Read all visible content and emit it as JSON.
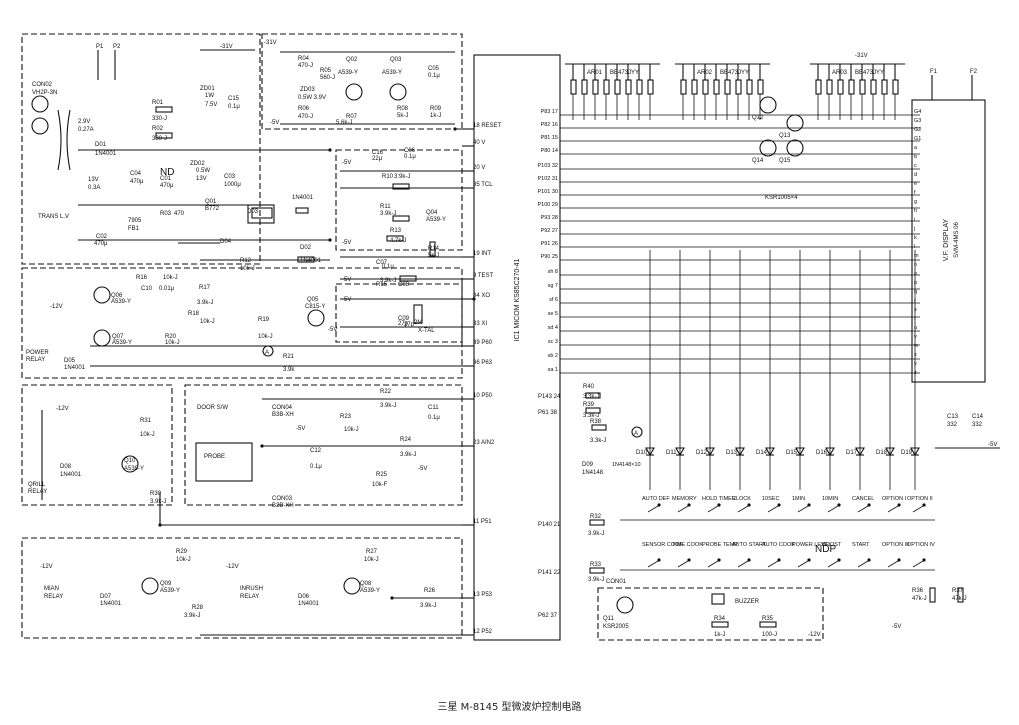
{
  "caption": "三星 M-8145 型微波炉控制电路",
  "supply": {
    "neg31": "-31V",
    "neg5": "-5V",
    "neg12": "-12V",
    "p1": "P1",
    "p2": "P2"
  },
  "power": {
    "con": "CON02",
    "con2": "VH2P-3N",
    "trans": "TRANS L.V",
    "v1": "2.9V",
    "a1": "0.27A",
    "v2": "13V",
    "a2": "0.3A",
    "parts": [
      "R01",
      "330-J",
      "R02",
      "330-J",
      "ZD01",
      "1W",
      "7.5V",
      "C15",
      "0.1μ",
      "D01",
      "1N4001",
      "ZD02",
      "0.5W",
      "13V",
      "C03",
      "1000μ",
      "C04",
      "470μ",
      "C01",
      "470μ",
      "R03",
      "470",
      "Q01",
      "B772",
      "D03",
      "1N4001",
      "7905",
      "FB1",
      "C02",
      "470μ",
      "D02",
      "1N4001",
      "R12",
      "10k-J",
      "D04",
      "1N4001",
      "-12V"
    ]
  },
  "reset": {
    "parts": [
      "R04",
      "470-J",
      "R05",
      "560-J",
      "ZD03",
      "0.5W 3.9V",
      "R06",
      "470-J",
      "Q02",
      "A539-Y",
      "Q03",
      "A539-Y",
      "R07",
      "5.6k-J",
      "R08",
      "5k-J",
      "R09",
      "1k-J",
      "C05",
      "0.1μ"
    ]
  },
  "osc": {
    "parts": [
      "C16",
      "22μ",
      "C06",
      "0.1μ",
      "R10",
      "3.9k-J",
      "R11",
      "3.9k-J",
      "Q04",
      "A539-Y",
      "R13",
      "4.7k-J",
      "R14",
      "5k-J",
      "C07",
      "0.1μ",
      "R15",
      "3.9k-J",
      "C08",
      "27p",
      "C09",
      "27p",
      "2M",
      "X-TAL"
    ]
  },
  "relay": {
    "parts": [
      "R16",
      "10k-J",
      "C10",
      "0.01μ",
      "R17",
      "3.9k-J",
      "Q06",
      "A539-Y",
      "Q05",
      "C815-Y",
      "R18",
      "10k-J",
      "R19",
      "10k-J",
      "Q07",
      "A539-Y",
      "R20",
      "10k-J",
      "R21",
      "3.9k",
      "D05",
      "1N4001",
      "POWER",
      "RELAY",
      "-12V"
    ]
  },
  "door": {
    "parts": [
      "DOOR S/W",
      "CON04",
      "B3B-XH",
      "R22",
      "3.9k-J",
      "R23",
      "10k-J",
      "C11",
      "0.1μ",
      "R24",
      "3.9k-J",
      "PROBE",
      "C12",
      "0.1μ",
      "R25",
      "10k-F",
      "CON03",
      "B2B-XH"
    ]
  },
  "grill": {
    "parts": [
      "-12V",
      "R31",
      "10k-J",
      "Q10",
      "A539-Y",
      "D08",
      "1N4001",
      "QRILL",
      "RELAY",
      "R30",
      "3.9k-J"
    ]
  },
  "main": {
    "parts": [
      "-12V",
      "R29",
      "10k-J",
      "Q09",
      "A539-Y",
      "D07",
      "1N4001",
      "MIAN",
      "RELAY",
      "R28",
      "3.9k-J",
      "R27",
      "10k-J",
      "Q08",
      "A539-Y",
      "D06",
      "1N4001",
      "INRUSH",
      "RELAY",
      "R26",
      "3.9k-J"
    ]
  },
  "ic": {
    "label": "IC1  MICOM  KS85C270-41",
    "right": [
      "18 RESET",
      "40 V",
      "20 V",
      "35 TCL",
      "19 INT",
      "9 TEST",
      "34 XO",
      "33 XI",
      "39 P60",
      "36 P63",
      "10 P50",
      "23 AIN2",
      "11 P51",
      "13 P53",
      "12 P52"
    ],
    "left": [
      "P83 17",
      "P82 16",
      "P81 15",
      "P80 14",
      "P103 32",
      "P102 31",
      "P101 30",
      "P100 29",
      "P93 28",
      "P92 27",
      "P91 26",
      "P90 25",
      "sh 8",
      "sg 7",
      "sf 6",
      "se 5",
      "sd 4",
      "sc 3",
      "sb 2",
      "sa 1"
    ],
    "misc": [
      "P143 24",
      "P61 38",
      "P140 21",
      "P141 22",
      "P62 37",
      "R40",
      "3.3k-J",
      "R39",
      "3.3k-J",
      "R38",
      "3.3k-J",
      "R32",
      "3.9k-J",
      "R33",
      "3.9k-J",
      "CON01",
      "D09",
      "1N4148",
      "1N4148×10"
    ]
  },
  "arrays": [
    "AR01",
    "BE473JYY",
    "AR02",
    "BE473JYY",
    "AR03",
    "BE473JYY",
    "Q12",
    "Q13",
    "Q14",
    "Q15",
    "KSR1005×4"
  ],
  "vfd": {
    "label": "V.F. DISPLAY",
    "model": "SVM-4MS 06",
    "grids": [
      "G4",
      "G3",
      "G2",
      "G1",
      "a",
      "b",
      "c",
      "d",
      "e",
      "f",
      "g",
      "h",
      "i",
      "j",
      "k",
      "l",
      "m",
      "n",
      "o",
      "p",
      "q",
      "r",
      "s",
      "t",
      "u",
      "v",
      "w",
      "x",
      "y",
      "z"
    ],
    "p1": "F1",
    "p2": "F2"
  },
  "diodes": [
    "D10",
    "D11",
    "D12",
    "D13",
    "D14",
    "D15",
    "D16",
    "D17",
    "D18",
    "D19"
  ],
  "keys_top": [
    "AUTO DEF",
    "MEMORY",
    "HOLD TIMER",
    "CLOCK",
    "10SEC",
    "1MIN",
    "10MIN",
    "CANCEL",
    "OPTION I",
    "OPTION II"
  ],
  "keys_bot": [
    "SENSOR COOK",
    "TIME COOK",
    "PROBE TEMP",
    "AUTO START",
    "AUTO COOK",
    "POWER LEVEL",
    "BOOST",
    "START",
    "OPTION III",
    "OPTION IV"
  ],
  "misc": [
    "C13",
    "332",
    "C14",
    "332",
    "R36",
    "47k-J",
    "R37",
    "47k-J",
    "Q11",
    "KSR2005",
    "BUZZER",
    "R34",
    "1k-J",
    "R35",
    "100-J",
    "-12V",
    "-5V",
    "-5V",
    "ND",
    "NDP"
  ]
}
